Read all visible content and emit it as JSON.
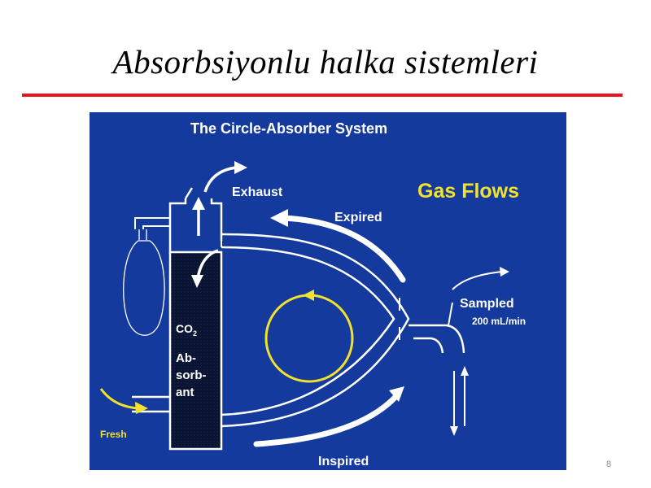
{
  "slide": {
    "title": "Absorbsiyonlu halka sistemleri",
    "page_number": "8"
  },
  "diagram": {
    "heading": "The Circle-Absorber System",
    "subtitle": "Gas Flows",
    "labels": {
      "exhaust": "Exhaust",
      "expired": "Expired",
      "sampled": "Sampled",
      "sampled_rate": "200 mL/min",
      "inspired": "Inspired",
      "fresh": "Fresh",
      "co2": "CO",
      "co2_subscript": "2",
      "absorbent_line1": "Ab-",
      "absorbent_line2": "sorb-",
      "absorbent_line3": "ant"
    },
    "colors": {
      "background": "#133a9c",
      "line": "#ffffff",
      "highlight": "#f2e22d",
      "rule": "#e8161c",
      "canister": "#08122f"
    }
  }
}
